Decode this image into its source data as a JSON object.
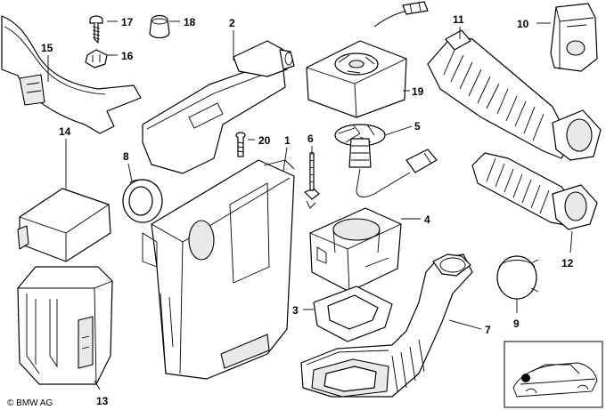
{
  "diagram": {
    "callouts": [
      "1",
      "2",
      "3",
      "4",
      "5",
      "6",
      "7",
      "8",
      "9",
      "10",
      "11",
      "12",
      "13",
      "14",
      "15",
      "16",
      "17",
      "18",
      "19",
      "20"
    ],
    "copyright": "© BMW AG"
  }
}
